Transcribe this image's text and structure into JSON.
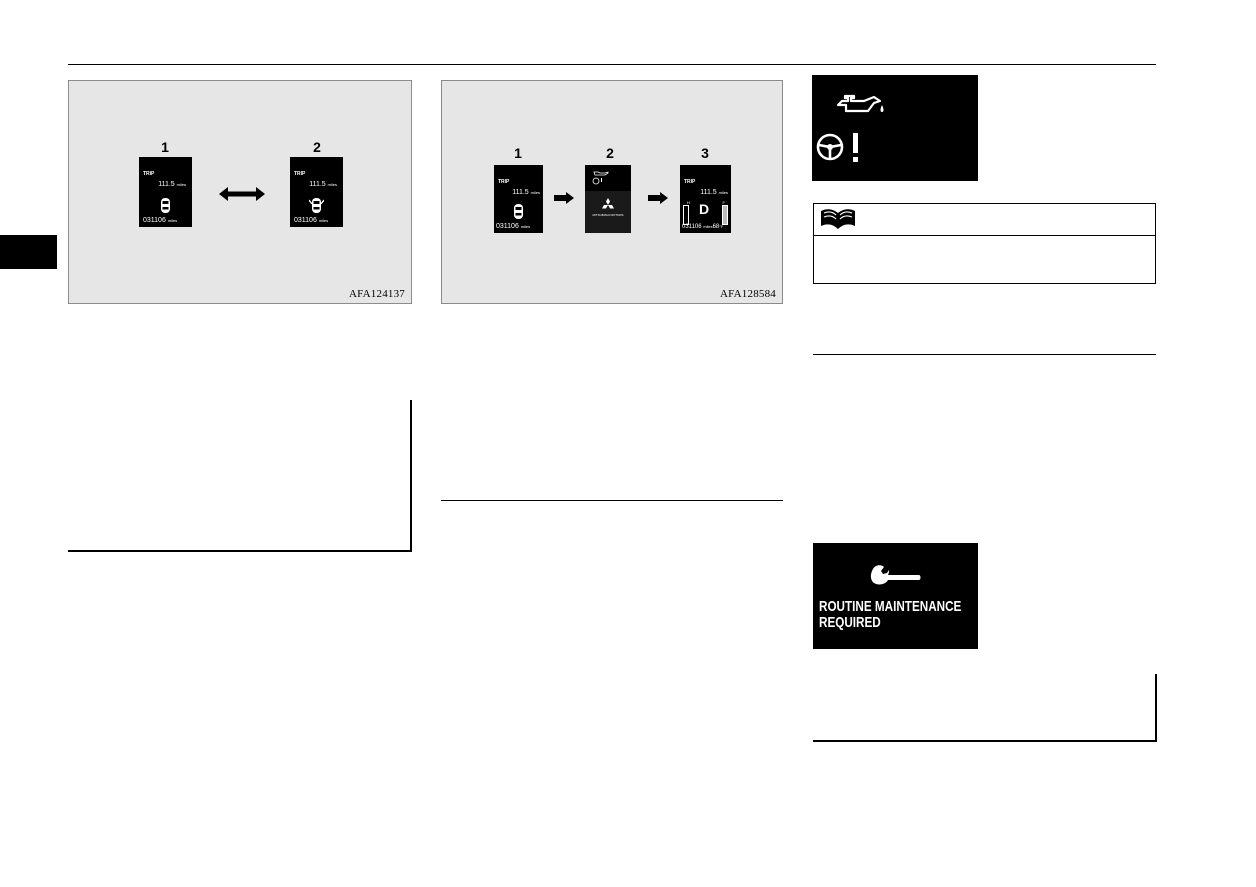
{
  "page": {
    "figure_left": {
      "code": "AFA124137",
      "screens": [
        {
          "number": "1",
          "trip": "TRIP",
          "distance": "111.5",
          "distance_unit": "miles",
          "odometer": "031106",
          "odometer_unit": "miles"
        },
        {
          "number": "2",
          "trip": "TRIP",
          "distance": "111.5",
          "distance_unit": "miles",
          "odometer": "031106",
          "odometer_unit": "miles"
        }
      ]
    },
    "figure_middle": {
      "code": "AFA128584",
      "screens": [
        {
          "number": "1",
          "trip": "TRIP",
          "distance": "111.5",
          "distance_unit": "miles",
          "odometer": "031106",
          "odometer_unit": "miles"
        },
        {
          "number": "2",
          "brand": "MITSUBISHI MOTORS"
        },
        {
          "number": "3",
          "trip": "TRIP",
          "distance": "111.5",
          "distance_unit": "miles",
          "gear": "D",
          "gauge_h": "H",
          "gauge_f": "F",
          "odometer": "031106",
          "odometer_unit": "miles",
          "temp": "68",
          "temp_unit": "°F"
        }
      ]
    },
    "maintenance_panel": {
      "line1": "ROUTINE MAINTENANCE",
      "line2": "REQUIRED"
    },
    "icons": [
      "oil-can-icon",
      "steering-warning-icon",
      "book-icon",
      "wrench-icon",
      "arrow-right-icon",
      "double-arrow-icon",
      "car-icon"
    ]
  }
}
